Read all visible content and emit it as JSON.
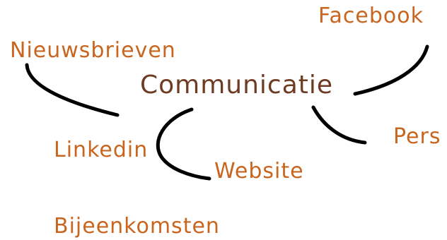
{
  "center": {
    "label": "Communicatie"
  },
  "branches": [
    {
      "label": "Facebook"
    },
    {
      "label": "Nieuwsbrieven"
    },
    {
      "label": "Pers"
    },
    {
      "label": "Linkedin"
    },
    {
      "label": "Website"
    },
    {
      "label": "Bijeenkomsten"
    }
  ],
  "colors": {
    "branch_text": "#c8651f",
    "center_text": "#6e3b23",
    "connector": "#000000"
  }
}
